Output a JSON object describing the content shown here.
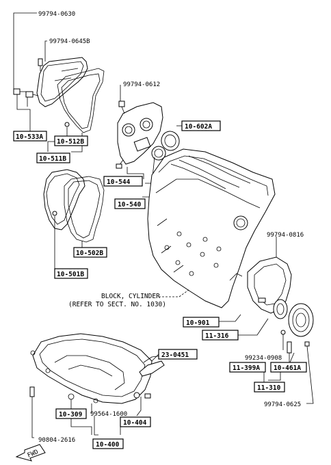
{
  "part_numbers": {
    "p1": "99794-0630",
    "p2": "99794-0645B",
    "p3": "99794-0612",
    "p4": "99794-0816",
    "p5": "99234-0908",
    "p6": "99794-0625",
    "p7": "99564-1600",
    "p8": "90804-2616"
  },
  "ref_boxes": {
    "b533a": "10-533A",
    "b512b": "10-512B",
    "b511b": "10-511B",
    "b602a": "10-602A",
    "b544": "10-544",
    "b540": "10-540",
    "b502b": "10-502B",
    "b501b": "10-501B",
    "b901": "10-901",
    "b316": "11-316",
    "b0451": "23-0451",
    "b399a": "11-399A",
    "b461a": "10-461A",
    "b310": "11-310",
    "b309": "10-309",
    "b404": "10-404",
    "b400": "10-400"
  },
  "notes": {
    "block_line1": "BLOCK, CYLINDER",
    "block_line2": "(REFER TO SECT. NO. 1030)"
  },
  "fwd_label": "FWD"
}
